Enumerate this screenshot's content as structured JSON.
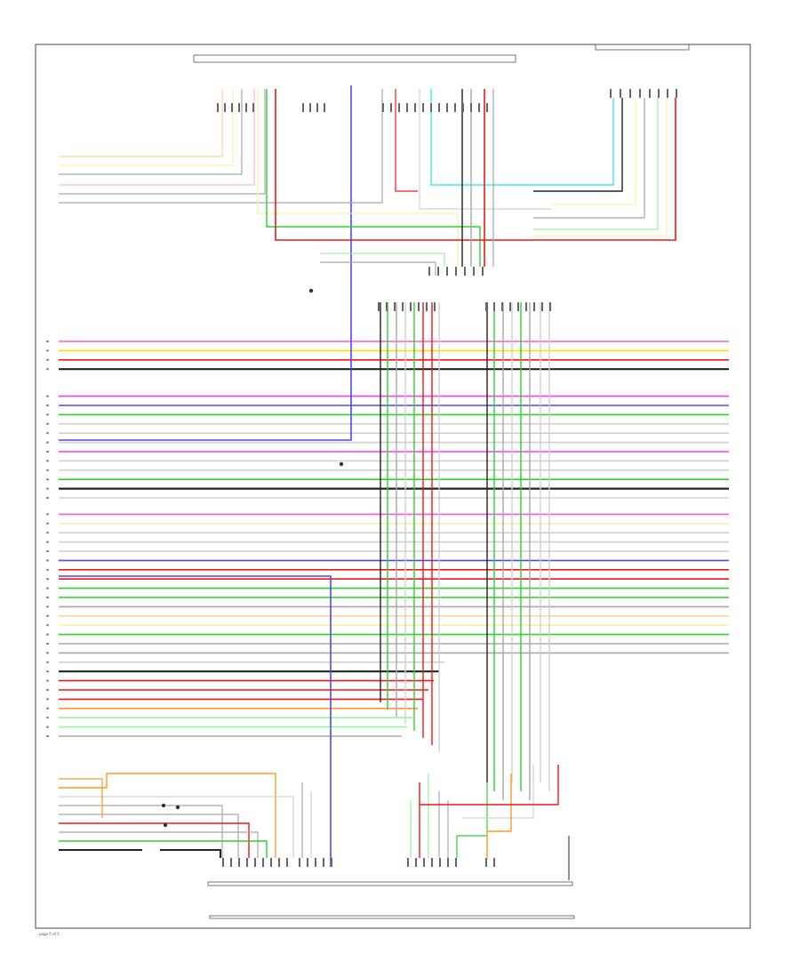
{
  "diagram": {
    "page_number": "page 5 of 5"
  },
  "colors": {
    "pink": "#ff5ad2",
    "yellow": "#f2e600",
    "red": "#f01818",
    "black": "#222222",
    "magenta": "#ff3cf0",
    "blue": "#4a4af0",
    "green": "#2ed12e",
    "light_green": "#9ef09e",
    "gray": "#a8a8a8",
    "light_gray": "#d0d0d0",
    "orange": "#ff9a2a",
    "light_yellow": "#f7f3a0",
    "light_pink": "#ffb6e0",
    "cyan": "#40e8f0",
    "light_orange": "#ffd0a0",
    "light_blue": "#b0b0ff"
  },
  "wires": {
    "bus_left_colors": [
      "pink",
      "yellow",
      "red",
      "black",
      "magenta",
      "blue",
      "green",
      "light_gray",
      "light_gray",
      "light_gray",
      "magenta",
      "light_gray",
      "light_gray",
      "green",
      "black",
      "light_gray",
      "pink",
      "light_yellow",
      "light_gray",
      "light_gray",
      "light_gray",
      "blue",
      "red",
      "red",
      "green",
      "green",
      "gray",
      "light_orange",
      "light_yellow",
      "green",
      "gray",
      "gray",
      "light_gray",
      "black",
      "red",
      "red",
      "red",
      "orange",
      "light_green",
      "light_green",
      "gray"
    ]
  }
}
